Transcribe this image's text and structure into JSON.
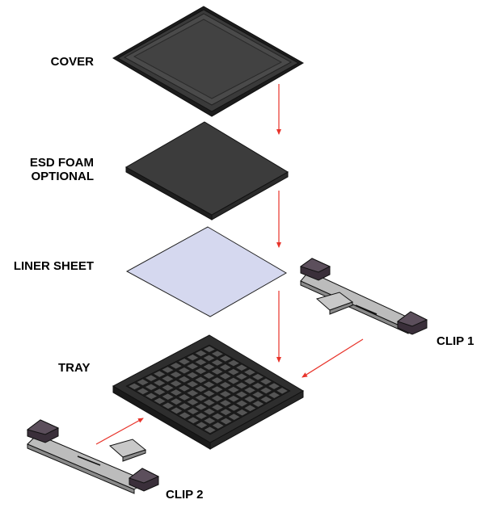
{
  "labels": {
    "cover": "COVER",
    "esd_line1": "ESD FOAM",
    "esd_line2": "OPTIONAL",
    "liner": "LINER SHEET",
    "tray": "TRAY",
    "clip1": "CLIP 1",
    "clip2": "CLIP 2"
  },
  "colors": {
    "arrow": "#e8332a",
    "cover": "#454545",
    "cover_dark": "#1c1c1c",
    "foam": "#3c3c3c",
    "liner": "#d5d8ef",
    "tray": "#2e2e2e",
    "tray_cell": "#555555",
    "clip_body": "#bcbcbc",
    "clip_end": "#3a2f3a",
    "outline": "#111111"
  }
}
